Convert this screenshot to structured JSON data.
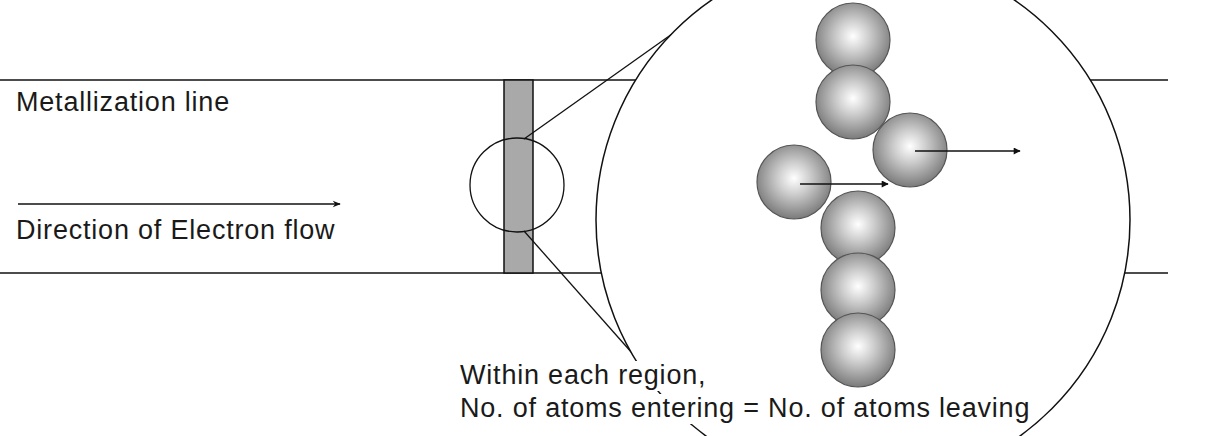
{
  "diagram": {
    "labels": [
      "Metallization line",
      "Direction of Electron flow",
      "Within each region,",
      "No. of atoms entering = No. of atoms leaving"
    ]
  }
}
